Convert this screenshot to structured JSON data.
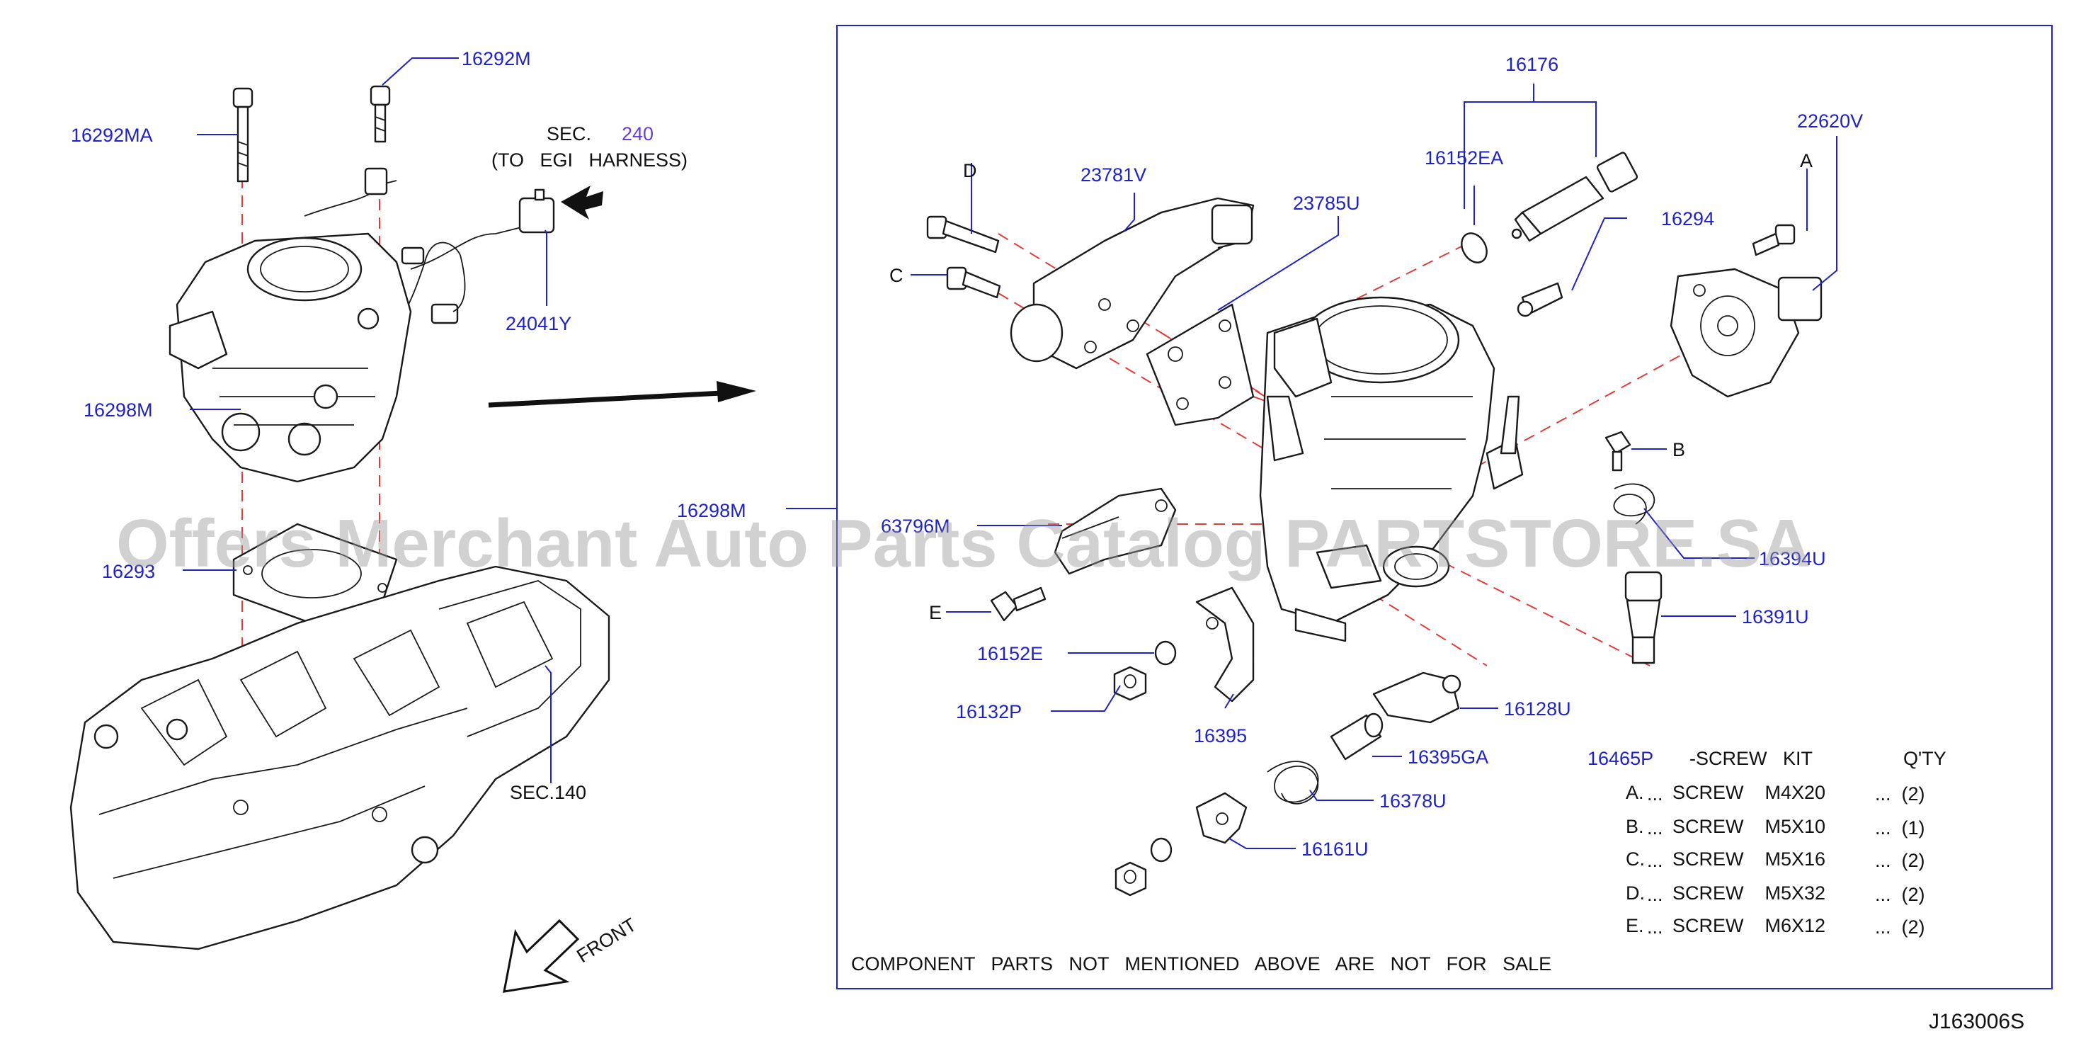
{
  "diagram_id": "J163006S",
  "watermark": "Offers Merchant Auto Parts Catalog PARTSTORE.SA",
  "overview": {
    "callouts": [
      "16292M",
      "16292MA",
      "24041Y",
      "16298M",
      "16293"
    ],
    "sec_240_prefix": "SEC.",
    "sec_240_number": "240",
    "sec_240_note": "(TO   EGI   HARNESS)",
    "sec_140": "SEC.140",
    "front_label": "FRONT"
  },
  "detail": {
    "callouts": [
      "16176",
      "16152EA",
      "23781V",
      "23785U",
      "16294",
      "22620V",
      "16298M",
      "63796M",
      "16394U",
      "16391U",
      "16152E",
      "16132P",
      "16395",
      "16128U",
      "16395GA",
      "16378U",
      "16161U"
    ],
    "letters": [
      "D",
      "C",
      "A",
      "B",
      "E"
    ]
  },
  "screw_kit": {
    "part_number": "16465P",
    "title": "-SCREW   KIT",
    "qty_header": "Q'TY",
    "rows": [
      {
        "key": "A.",
        "dots": "...",
        "desc": "SCREW    M4X20",
        "qty": "...  (2)"
      },
      {
        "key": "B.",
        "dots": "...",
        "desc": "SCREW    M5X10",
        "qty": "...  (1)"
      },
      {
        "key": "C.",
        "dots": "...",
        "desc": "SCREW    M5X16",
        "qty": "...  (2)"
      },
      {
        "key": "D.",
        "dots": "...",
        "desc": "SCREW    M5X32",
        "qty": "...  (2)"
      },
      {
        "key": "E.",
        "dots": "...",
        "desc": "SCREW    M6X12",
        "qty": "...  (2)"
      }
    ]
  },
  "footer_note": "COMPONENT   PARTS   NOT   MENTIONED   ABOVE   ARE   NOT   FOR   SALE"
}
